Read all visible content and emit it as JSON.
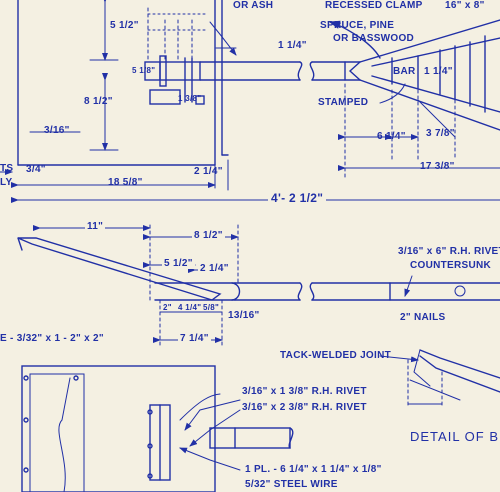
{
  "labels": {
    "recessed_clamp": "RECESSED CLAMP",
    "top_right_dim": "16\" x 8\"",
    "or_ash": "OR ASH",
    "species": "SPRUCE, PINE",
    "species2": "OR BASSWOOD",
    "bar": "BAR",
    "dim_1_4_a": "1 1/4\"",
    "dim_1_4_b": "1 1/4\"",
    "stamped": "STAMPED",
    "dim_6_1_4": "6 1/4\"",
    "dim_3_7_8": "3 7/8\"",
    "dim_17_3_8": "17 3/8\"",
    "dim_5_1_2_top": "5 1/2\"",
    "dim_8_1_2_left": "8 1/2\"",
    "dim_5_1_8": "5 1/8\"",
    "dim_1_3_8": "1 3/8\"",
    "dim_3_16": "3/16\"",
    "dim_3_4": "3/4\"",
    "dim_2_1_4": "2 1/4\"",
    "dim_18_5_8": "18 5/8\"",
    "ts": "TS",
    "ly": "LY",
    "overall_length": "4'- 2 1/2\"",
    "dim_11": "11\"",
    "dim_8_1_2": "8 1/2\"",
    "dim_5_1_2": "5 1/2\"",
    "dim_2_1_4_b": "2 1/4\"",
    "dim_2": "2\"",
    "dim_4_1_4": "4 1/4\"",
    "dim_5_8": "5/8\"",
    "dim_13_16": "13/16\"",
    "dim_7_1_4": "7 1/4\"",
    "rivet_spec": "3/16\" x 6\" R.H. RIVET",
    "countersunk": "COUNTERSUNK",
    "nails": "2\" NAILS",
    "lumber_spec": "E - 3/32\" x 1 - 2\" x 2\"",
    "tack_welded": "TACK-WELDED JOINT",
    "rivet_1": "3/16\" x 1 3/8\" R.H. RIVET",
    "rivet_2": "3/16\" x 2 3/8\" R.H. RIVET",
    "detail": "DETAIL OF B",
    "plate": "1 PL. - 6 1/4\" x 1 1/4\" x 1/8\"",
    "steel_wire": "5/32\" STEEL WIRE"
  },
  "colors": {
    "paper": "#f4f0e2",
    "ink": "#2130a6"
  }
}
